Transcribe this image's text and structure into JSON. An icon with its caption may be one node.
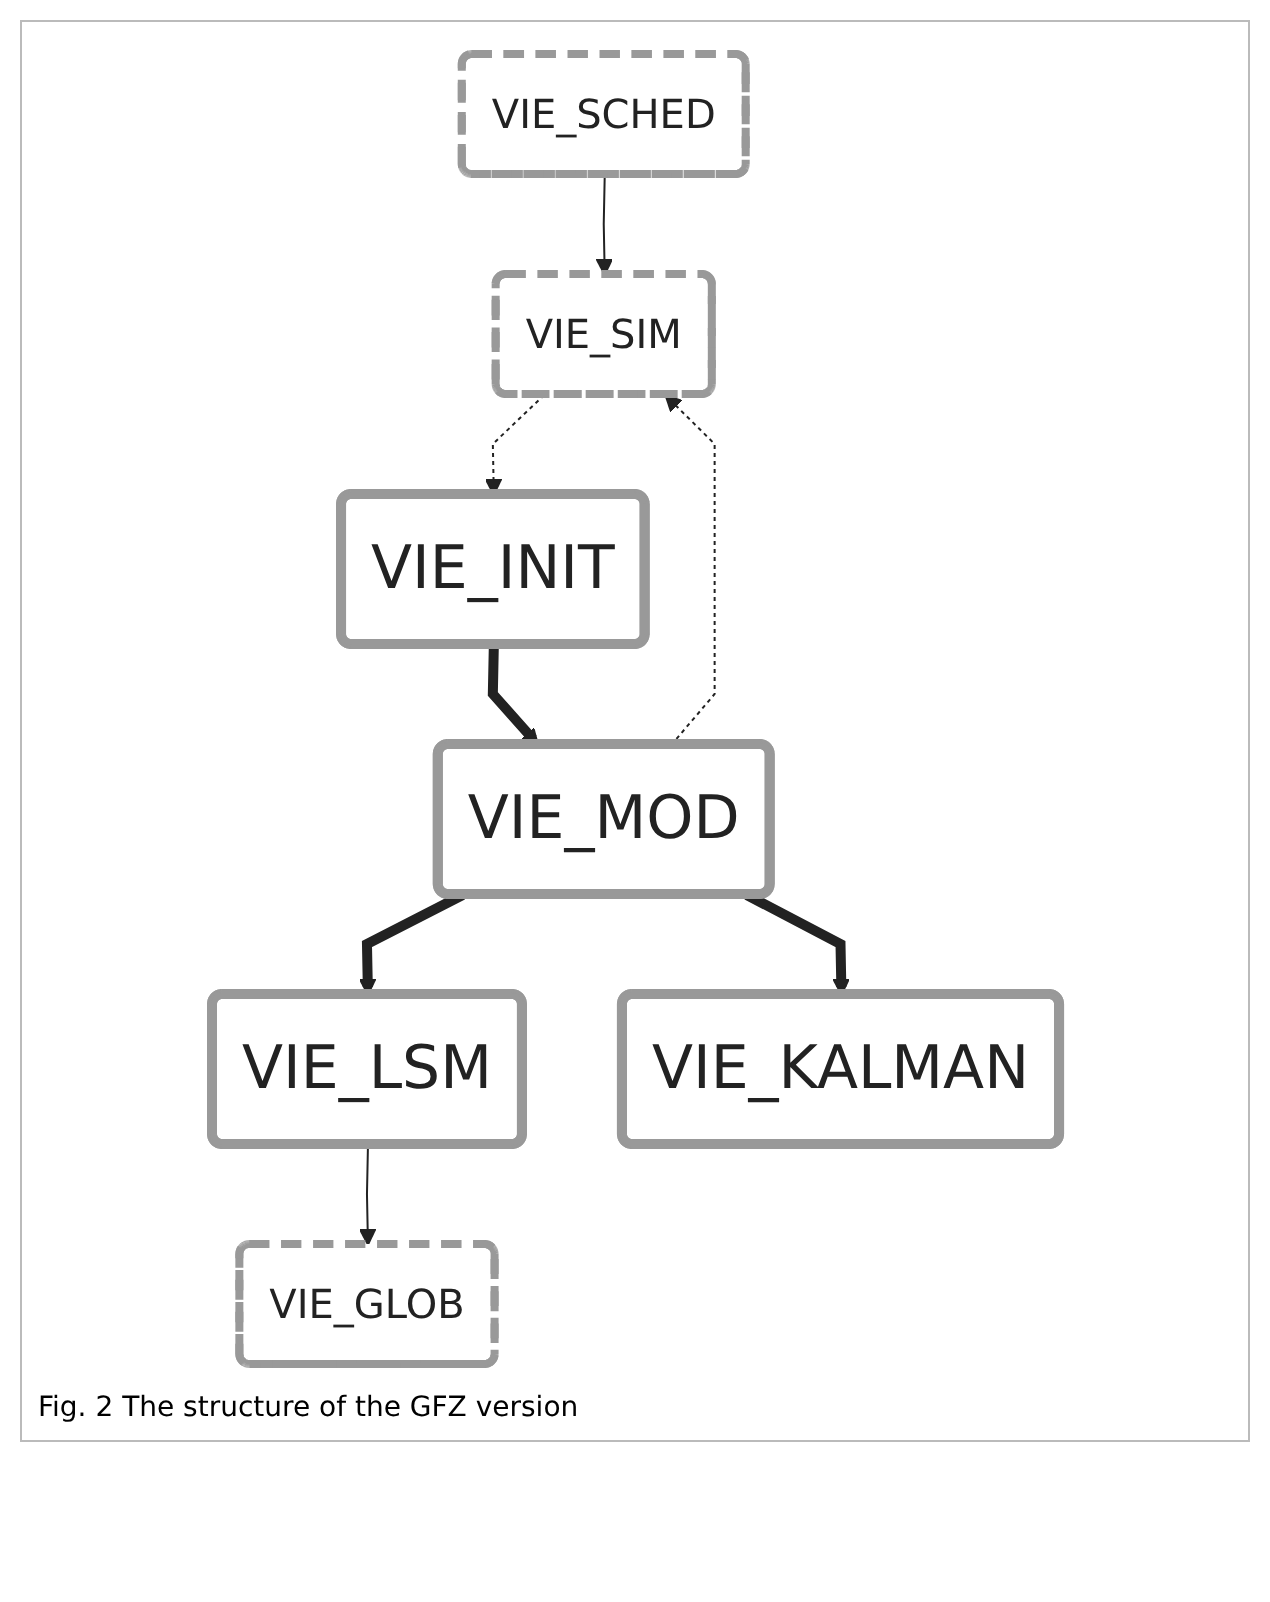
{
  "diagram": {
    "caption": "Fig. 2 The structure of the GFZ version",
    "nodes": [
      {
        "text": [
          "VIE_SCHED"
        ]
      },
      {
        "text": [
          "VIE_INIT"
        ]
      },
      {
        "text": [
          "VIE_SIM"
        ]
      },
      {
        "text": [
          "VIE_MOD"
        ]
      },
      {
        "text": [
          "VIE_LSM"
        ]
      },
      {
        "text": [
          "VIE_KALMAN"
        ]
      },
      {
        "text": [
          "VIE_GLOB"
        ]
      }
    ],
    "edges": [
      {
        "from": 0,
        "to": 2,
        "arrow": "to"
      },
      {
        "from": 2,
        "to": 1,
        "arrow": "to",
        "style": "dashed"
      },
      {
        "from": 1,
        "to": 3,
        "arrow": "to",
        "style": "thick"
      },
      {
        "from": 3,
        "to": 2,
        "arrow": "to",
        "style": "dashed"
      },
      {
        "from": 3,
        "to": 4,
        "arrow": "to",
        "style": "thick"
      },
      {
        "from": 3,
        "to": 5,
        "arrow": "to",
        "style": "thick"
      },
      {
        "from": 4,
        "to": 6,
        "arrow": "to"
      }
    ]
  }
}
